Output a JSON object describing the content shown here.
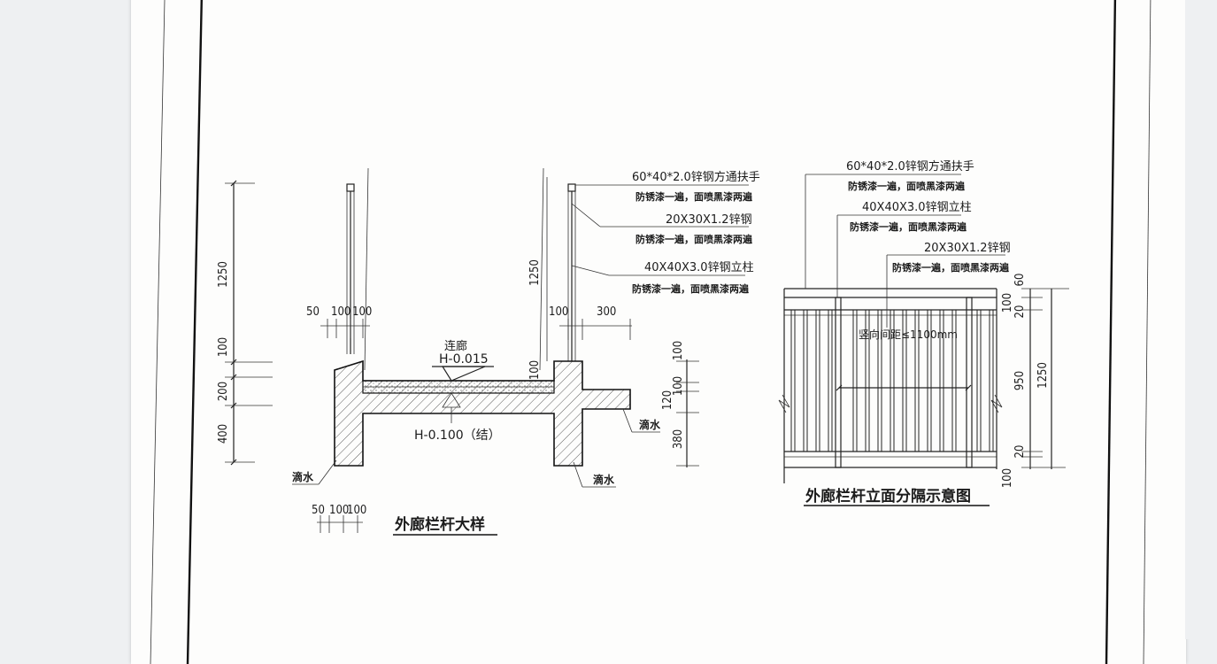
{
  "detail_drawing": {
    "title": "外廊栏杆大样",
    "labels": {
      "handrail": "60*40*2.0锌钢方通扶手",
      "handrail_paint": "防锈漆一遍，面喷黑漆两遍",
      "bar": "20X30X1.2锌钢",
      "bar_paint": "防锈漆一遍，面喷黑漆两遍",
      "post": "40X40X3.0锌钢立柱",
      "post_paint": "防锈漆一遍，面喷黑漆两遍",
      "corridor": "连廊",
      "level_top": "H-0.015",
      "level_struct": "H-0.100（结）",
      "drip_left": "滴水",
      "drip_mid": "滴水",
      "drip_right": "滴水"
    },
    "dims": {
      "d1250_left": "1250",
      "d100_left": "100",
      "d200_left": "200",
      "d400_left": "400",
      "d50": "50",
      "d100_a": "100",
      "d100_b": "100",
      "d1250_right": "1250",
      "d100_r1": "100",
      "d300": "300",
      "d100_r2": "100",
      "d100_r3": "100",
      "d100_r4": "100",
      "d120": "120",
      "d380": "380",
      "bottom_50": "50",
      "bottom_100a": "100",
      "bottom_100b": "100"
    }
  },
  "elevation_drawing": {
    "title": "外廊栏杆立面分隔示意图",
    "labels": {
      "handrail": "60*40*2.0锌钢方通扶手",
      "handrail_paint": "防锈漆一遍，面喷黑漆两遍",
      "post": "40X40X3.0锌钢立柱",
      "post_paint": "防锈漆一遍，面喷黑漆两遍",
      "bar": "20X30X1.2锌钢",
      "bar_paint": "防锈漆一遍，面喷黑漆两遍",
      "spacing": "竖向间距≤1100mm"
    },
    "dims": {
      "d60": "60",
      "d100_top": "100",
      "d20_top": "20",
      "d950": "950",
      "d1250": "1250",
      "d20_bot": "20",
      "d100_bot": "100"
    }
  }
}
